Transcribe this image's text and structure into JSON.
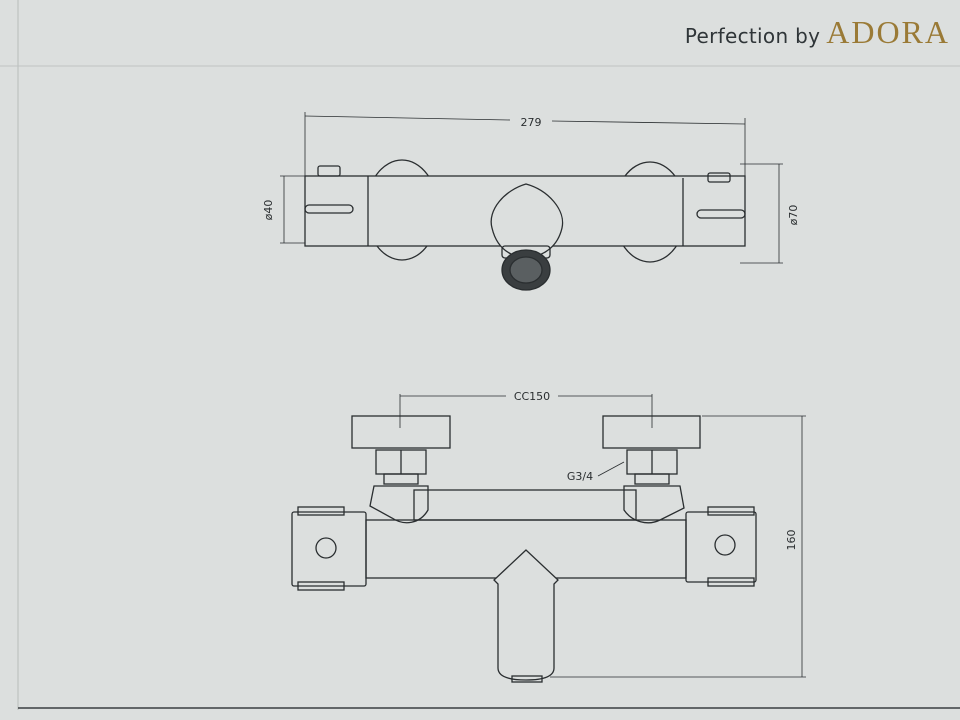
{
  "brand": {
    "tagline": "Perfection by",
    "name": "ADORA"
  },
  "top_view": {
    "overall_length": "279",
    "left_diameter": "ø40",
    "right_diameter": "ø70"
  },
  "front_view": {
    "centers": "CC150",
    "thread": "G3/4",
    "height": "160"
  },
  "colors": {
    "paper": "#dcdfde",
    "line": "#2a2e30",
    "brand_gold": "#9a7a36"
  }
}
